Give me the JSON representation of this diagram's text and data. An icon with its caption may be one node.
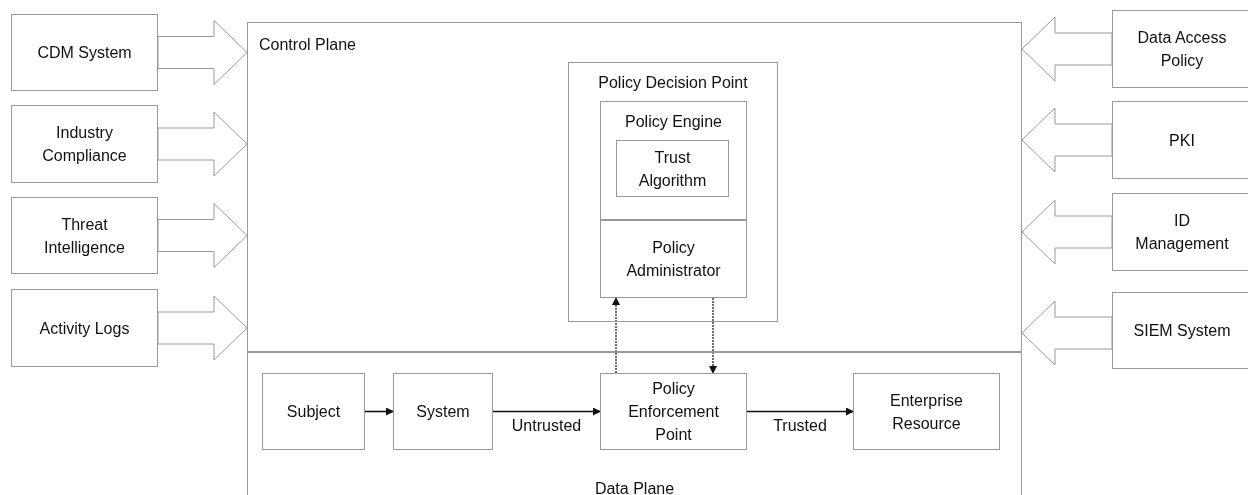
{
  "diagram": {
    "nodes": [
      {
        "text": [
          "CDM System"
        ]
      },
      {
        "text": [
          "Industry Compliance"
        ]
      },
      {
        "text": [
          "Threat Intelligence"
        ]
      },
      {
        "text": [
          "Activity Logs"
        ]
      },
      {
        "text": [
          "Control Plane"
        ]
      },
      {
        "text": [
          "Policy Decision Point"
        ],
        "in": 4
      },
      {
        "text": [
          "Policy Engine"
        ],
        "in": 5
      },
      {
        "text": [
          "Trust Algorithm"
        ],
        "in": 6
      },
      {
        "text": [
          "Policy Administrator"
        ],
        "in": 5
      },
      {
        "text": [
          "Data Plane"
        ]
      },
      {
        "text": [
          "Subject"
        ],
        "in": 9
      },
      {
        "text": [
          "System"
        ],
        "in": 9
      },
      {
        "text": [
          "Policy Enforcement Point"
        ],
        "in": 9
      },
      {
        "text": [
          "Enterprise Resource"
        ],
        "in": 9
      },
      {
        "text": [
          "Data Access Policy"
        ]
      },
      {
        "text": [
          "PKI"
        ]
      },
      {
        "text": [
          "ID Management"
        ]
      },
      {
        "text": [
          "SIEM System"
        ]
      }
    ],
    "edges": [
      {
        "from": 0,
        "to": 4,
        "arrow": "to",
        "style": "thick"
      },
      {
        "from": 1,
        "to": 4,
        "arrow": "to",
        "style": "thick"
      },
      {
        "from": 2,
        "to": 4,
        "arrow": "to",
        "style": "thick"
      },
      {
        "from": 3,
        "to": 4,
        "arrow": "to",
        "style": "thick"
      },
      {
        "from": 14,
        "to": 4,
        "arrow": "to",
        "style": "thick"
      },
      {
        "from": 15,
        "to": 4,
        "arrow": "to",
        "style": "thick"
      },
      {
        "from": 16,
        "to": 4,
        "arrow": "to",
        "style": "thick"
      },
      {
        "from": 17,
        "to": 4,
        "arrow": "to",
        "style": "thick"
      },
      {
        "from": 10,
        "to": 11,
        "arrow": "to"
      },
      {
        "from": 11,
        "to": 12,
        "arrow": "to",
        "label": "Untrusted"
      },
      {
        "from": 12,
        "to": 13,
        "arrow": "to",
        "label": "Trusted"
      },
      {
        "from": 12,
        "to": 8,
        "arrow": "to",
        "style": "dashed"
      },
      {
        "from": 8,
        "to": 12,
        "arrow": "to",
        "style": "dashed"
      }
    ]
  }
}
